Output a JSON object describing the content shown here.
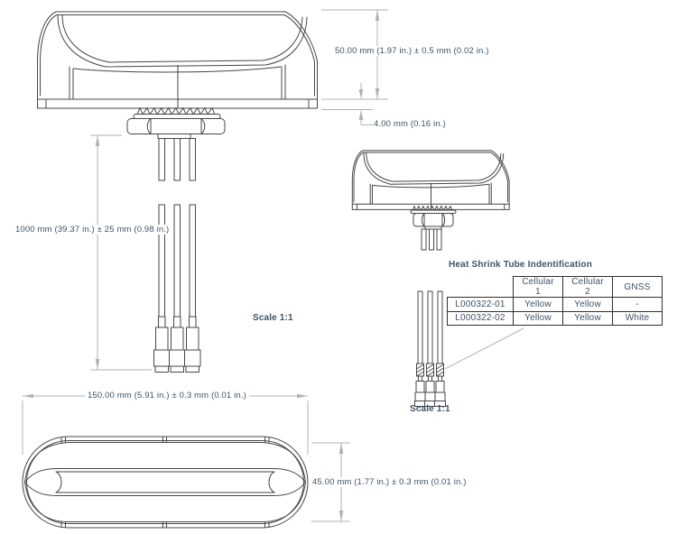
{
  "dimensions": {
    "height": "50.00 mm (1.97 in.) ± 0.5 mm (0.02 in.)",
    "base_thickness": "4.00 mm (0.16 in.)",
    "cable_length": "1000 mm (39.37 in.) ± 25 mm (0.98 in.)",
    "length": "150.00 mm (5.91 in.) ± 0.3 mm (0.01 in.)",
    "width": "45.00 mm (1.77 in.) ± 0.3 mm (0.01 in.)"
  },
  "labels": {
    "scale_side_view": "Scale 1:1",
    "scale_cable_view": "Scale 1:1"
  },
  "heat_shrink_table": {
    "title": "Heat Shrink Tube Indentification",
    "columns": [
      "Cellular 1",
      "Cellular 2",
      "GNSS"
    ],
    "rows": [
      {
        "part": "L000322-01",
        "cellular_1": "Yellow",
        "cellular_2": "Yellow",
        "gnss": "-"
      },
      {
        "part": "L000322-02",
        "cellular_1": "Yellow",
        "cellular_2": "Yellow",
        "gnss": "White"
      }
    ]
  },
  "colors": {
    "text": "#3d5366",
    "drawing_line": "#474747",
    "dimension_line": "#b2b2b2",
    "background": "#ffffff"
  }
}
